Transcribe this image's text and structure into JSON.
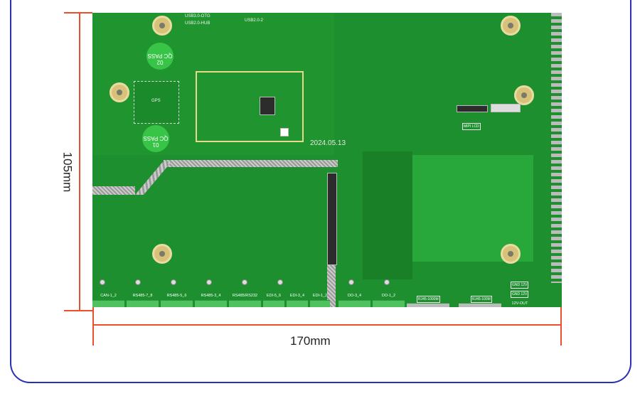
{
  "dimensions": {
    "height_label": "105mm",
    "width_label": "170mm"
  },
  "board": {
    "date_code": "2024.05.13",
    "qc_stickers": [
      {
        "text": "QC PASS",
        "number": "02"
      },
      {
        "text": "QC PASS",
        "number": "01"
      }
    ],
    "gps_label": "GPS",
    "usb_labels": [
      "USB3.0-OTG",
      "USB2.0-HUB",
      "USB2.0-2"
    ],
    "lcd_label": "MIPI LCD",
    "terminal_labels": [
      "CAN-1_2",
      "RS485-7_8",
      "RS485-5_6",
      "RS485-3_4",
      "RS485/RS232",
      "EDI-5_6",
      "EDI-3_4",
      "EDI-1_2",
      "DO-3_4",
      "DO-1_2"
    ],
    "rj45_labels": [
      "RJ45-1000M",
      "RJ45-100M"
    ],
    "power_out_label": "12V-OUT",
    "power_pins": [
      "GND 12V",
      "GND 12V"
    ]
  },
  "colors": {
    "pcb": "#1d8f2e",
    "dimension_line": "#ec4f2c",
    "frame": "#2b2fb5"
  }
}
